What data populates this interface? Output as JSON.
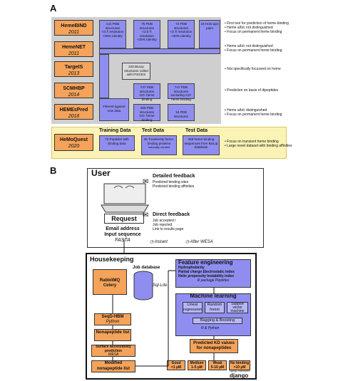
{
  "panelA": {
    "letter": "A",
    "tools": [
      {
        "name": "HemeBIND",
        "year": "2011"
      },
      {
        "name": "HemeNET",
        "year": "2011"
      },
      {
        "name": "TargetS",
        "year": "2013"
      },
      {
        "name": "SCMHBP",
        "year": "2014"
      },
      {
        "name": "HEMEsPred",
        "year": "2016"
      },
      {
        "name": "HeMoQuest",
        "year": "2020"
      }
    ],
    "boxes": {
      "b1": "141 PDB structures\n<3 Å resolution\n<30% identity",
      "b2": "75 PDB structures\n<2.5 Å resolution\n<25% identity",
      "b3": "72 PDB structures\n<3 Å resolution\n<30% identity",
      "b4": "19 Holo-apo pairs",
      "b5": "233 BioLip structures culled with PISCES",
      "b6": "747 PDB structures\nGO: heme binding",
      "b7": "747 PDB structures excluding GO: heme binding",
      "b8": "Filtered against new data",
      "b9": "260 PDB structures\nGO: heme binding",
      "b10": "18 PDB structures"
    },
    "notes": {
      "n1": "• First tool for prediction of heme-binding\n• Heme a/b/c not distinguished\n• Focus on permanent heme binding",
      "n2": "• Heme a/b/c not distinguished\n• Focus on permanent heme binding",
      "n3": "• Not specifically focussed on heme",
      "n4": "• Prediction on basis of dipeptides",
      "n5": "• Heme a/b/c distinguished\n• Focus on permanent heme binding",
      "n6": "• Focus on transient heme binding\n• Large novel dataset with binding affinities"
    },
    "headers": {
      "training": "Training Data",
      "test1": "Test Data",
      "test2": "Test Data"
    },
    "hemo_boxes": {
      "train": "72 Peptides with binding data",
      "test1": "46 Transiently heme-binding proteins",
      "test1_sub": "manually curated",
      "test2": "469 heme-binding sequences from BioLip database"
    }
  },
  "panelB": {
    "letter": "B",
    "user": "User",
    "detailed_feedback": "Detailed feedback",
    "detailed_items": "Predicted binding sites\nPredicted binding affinities",
    "request": "Request",
    "direct_feedback": "Direct feedback",
    "direct_items": "Job accepted /\nJob rejected\nLink to results page",
    "instant": "Instant",
    "after_wesa": "After WESA",
    "email": "Email address",
    "input_seq": "Input sequence",
    "fasta": "FASTA",
    "housekeeping": "Housekeeping",
    "job_database": "Job database",
    "rabbit": "RabbitMQ\nCelery",
    "sqlite": "Sql-Lite",
    "seqd_name": "SeqD-HBM",
    "seqd_sub": "Python",
    "nonapeptide": "Nonapeptide list",
    "surface": "Surface accessibility prediction",
    "surface_sub": "WESA",
    "modified": "Modified nonapeptide list",
    "feature_engineering": "Feature engineering",
    "features": "Hydrophobicity\nPartial charge   Electrostatic index\nHelix propensity   Instability index",
    "r_package": "R package Peptides",
    "machine_learning": "Machine learning",
    "linear": "Linear regression",
    "random": "Random forest",
    "svm": "Support vector machine",
    "bagging": "Bagging & Boosting",
    "r_python": "R & Python",
    "predicted": "Predicted KD values for nonapeptides",
    "classes": [
      {
        "label": "Good",
        "value": "<1 µM"
      },
      {
        "label": "Medium",
        "value": "1-5 µM"
      },
      {
        "label": "Weak",
        "value": "5-10 µM"
      },
      {
        "label": "No binding",
        "value": ">10 µM"
      }
    ],
    "django": "django",
    "django_small": "Django framework"
  },
  "colors": {
    "orange": "#f5a35a",
    "purple": "#8f8ef0",
    "grey": "#cfcfcf",
    "yellow": "#fbf3b5"
  }
}
